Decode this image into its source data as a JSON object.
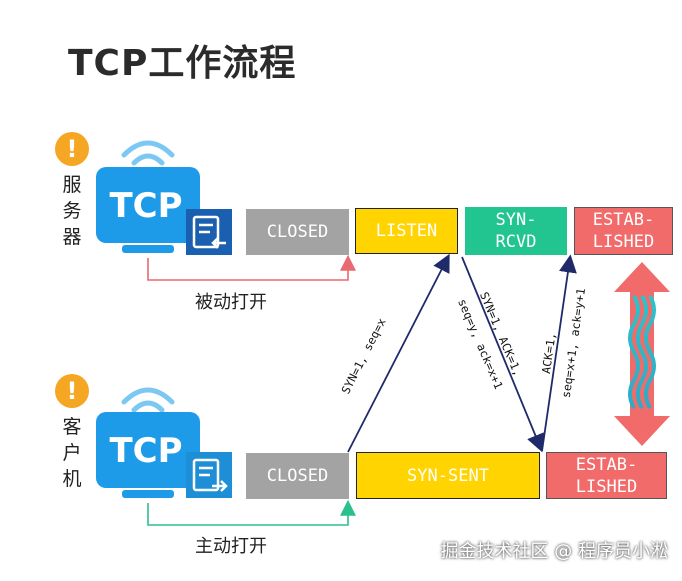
{
  "title": "TCP工作流程",
  "server": {
    "label": "服务器",
    "label_chars": [
      "服",
      "务",
      "器"
    ],
    "warning_glyph": "!",
    "monitor_text": "TCP",
    "caption": "被动打开",
    "states": {
      "closed": "CLOSED",
      "listen": "LISTEN",
      "syn_rcvd": "SYN-\nRCVD",
      "established": "ESTAB-\nLISHED"
    }
  },
  "client": {
    "label": "客户机",
    "label_chars": [
      "客",
      "户",
      "机"
    ],
    "warning_glyph": "!",
    "monitor_text": "TCP",
    "caption": "主动打开",
    "states": {
      "closed": "CLOSED",
      "syn_sent": "SYN-SENT",
      "established": "ESTAB-\nLISHED"
    }
  },
  "messages": {
    "syn": "SYN=1, seq=x",
    "syn_ack_line1": "SYN=1, ACK=1,",
    "syn_ack_line2": "seq=y, ack=x+1",
    "ack_line1": "ACK=1,",
    "ack_line2": "seq=x+1, ack=y+1"
  },
  "watermark": "掘金技术社区 @ 程序员小淞",
  "icons": {
    "server_warning": "warning-icon",
    "client_warning": "warning-icon",
    "server_monitor": "tcp-monitor-icon",
    "client_monitor": "tcp-monitor-icon",
    "server_doc": "document-incoming-icon",
    "client_doc": "document-outgoing-icon",
    "data_exchange": "bidirectional-wave-arrow-icon"
  },
  "colors": {
    "closed": "#a3a3a3",
    "listen": "#ffd400",
    "syn_rcvd": "#22c58f",
    "established": "#f26b6b",
    "monitor": "#1e9be8",
    "passive_arrow": "#e8696f",
    "active_arrow": "#2bbf8e",
    "message_arrow": "#1f2a6b"
  }
}
